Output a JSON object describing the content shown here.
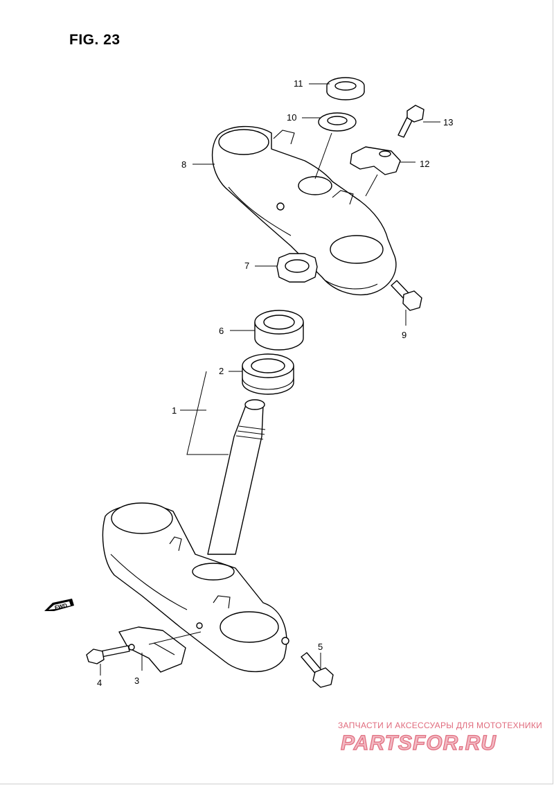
{
  "figure": {
    "title": "FIG. 23"
  },
  "callouts": [
    "1",
    "2",
    "3",
    "4",
    "5",
    "6",
    "7",
    "8",
    "9",
    "10",
    "11",
    "12",
    "13"
  ],
  "direction_badge": {
    "label": "FWD"
  },
  "watermark": {
    "caption": "ЗАПЧАСТИ И АКСЕССУАРЫ ДЛЯ МОТОТЕХНИКИ",
    "logo_text": "PARTSFOR.RU",
    "color": "#e06a7c"
  }
}
